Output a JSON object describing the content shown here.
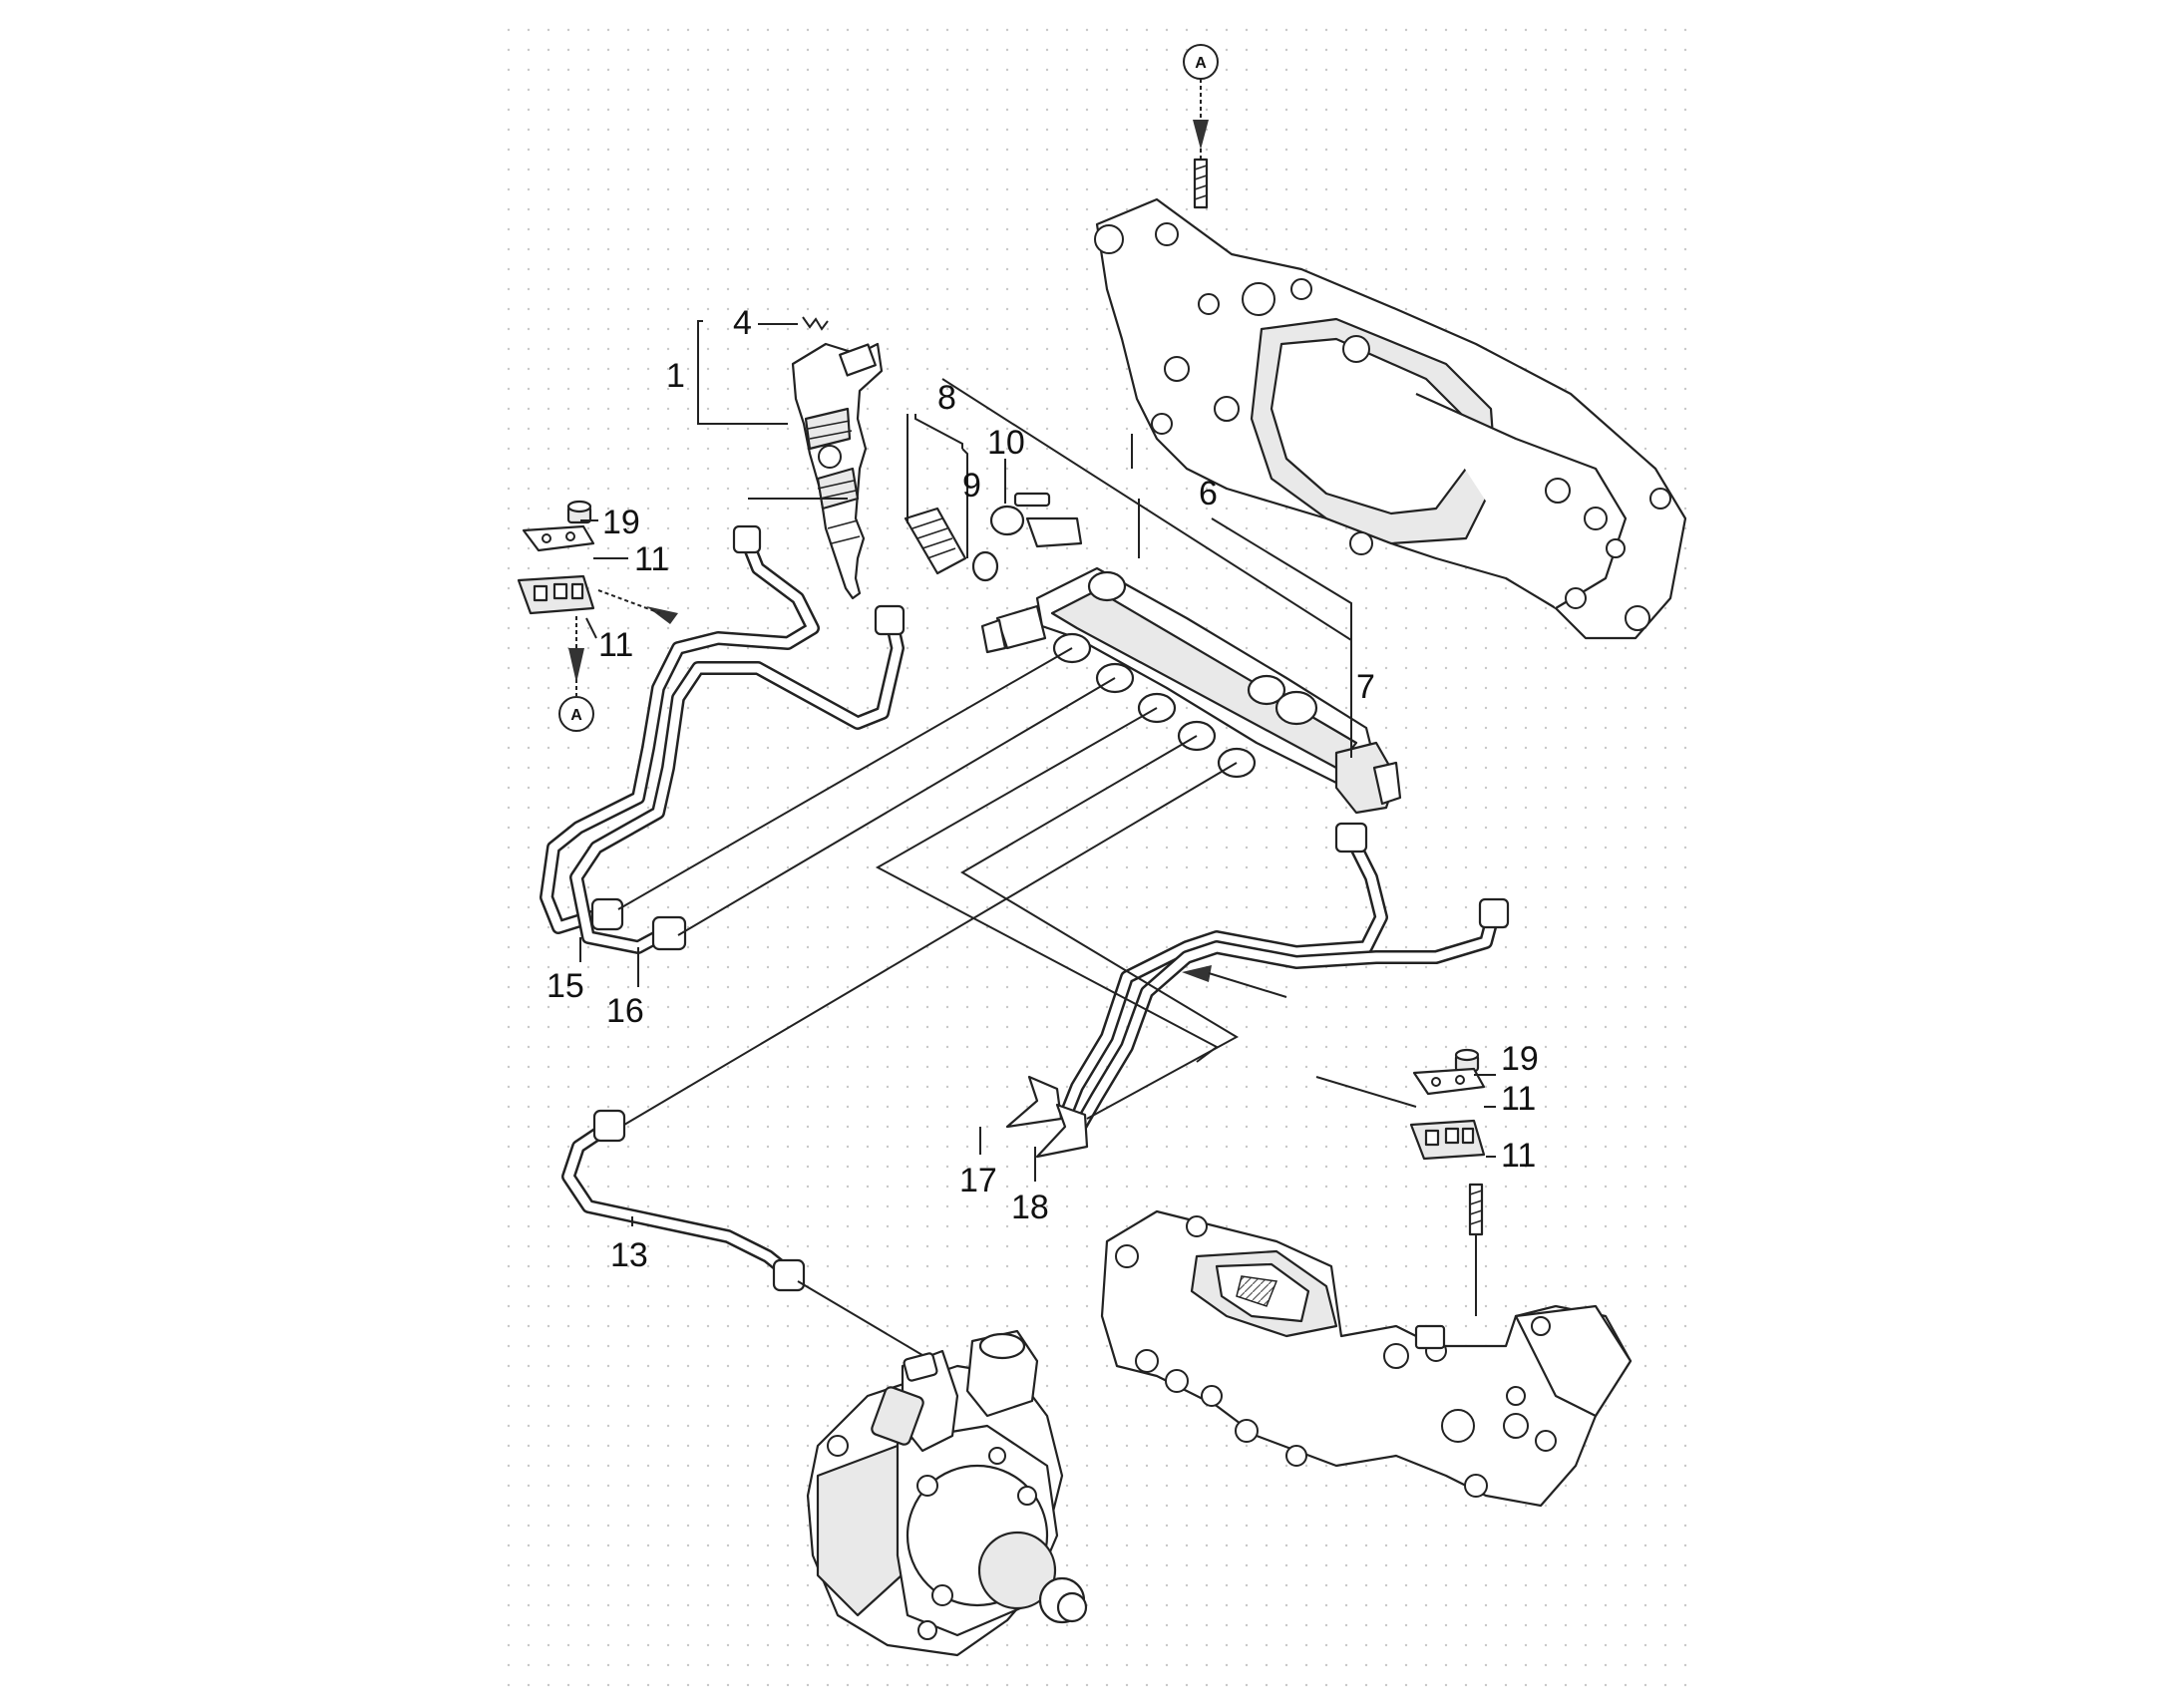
{
  "diagram": {
    "reference_markers": [
      "A",
      "A"
    ],
    "callouts": {
      "c1": "1",
      "c4": "4",
      "c6": "6",
      "c7": "7",
      "c8": "8",
      "c9": "9",
      "c10": "10",
      "c11a": "11",
      "c11b": "11",
      "c11c": "11",
      "c11d": "11",
      "c13": "13",
      "c15": "15",
      "c16": "16",
      "c17": "17",
      "c18": "18",
      "c19a": "19",
      "c19b": "19"
    }
  }
}
